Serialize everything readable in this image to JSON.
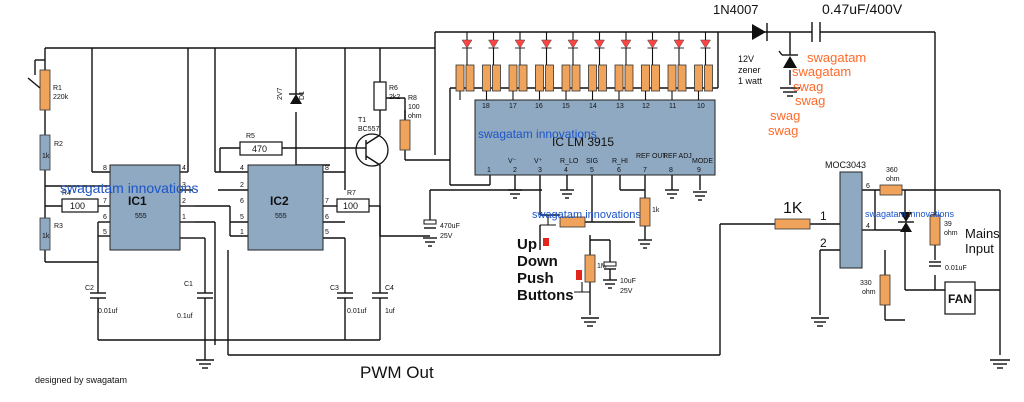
{
  "labels": {
    "diode": "1N4007",
    "cap_main": "0.47uF/400V",
    "zener": [
      "12V",
      "zener",
      "1 watt"
    ],
    "r1": "R1",
    "r1_val": "220k",
    "r2": "R2",
    "r2_val": "1k",
    "r3": "R3",
    "r3_val": "1k",
    "r4": "R4",
    "r4_val": "100",
    "r5": "R5",
    "r5_val": "470",
    "r6": "R6",
    "r6_val": "2k2",
    "r7": "R7",
    "r7_val": "100",
    "r8": "R8",
    "r8_val": "100",
    "r8_unit": "ohm",
    "d1": "D1",
    "d1_val": "2V7",
    "t1": "T1",
    "t1_val": "BC557",
    "ic1": "IC1",
    "ic1_sub": "555",
    "ic2": "IC2",
    "ic2_sub": "555",
    "ic3": "IC LM 3915",
    "moc": "MOC3043",
    "c1": "C1",
    "c1_val": "0.1uf",
    "c2": "C2",
    "c2_val": "0.01uf",
    "c3": "C3",
    "c3_val": "0.01uf",
    "c4": "C4",
    "c4_val": "1uf",
    "cap470": "470uF",
    "cap470_v": "25V",
    "cap10": "10uF",
    "cap10_v": "25V",
    "r_1k": "1K",
    "r_360": "360",
    "r_360_unit": "ohm",
    "r_330": "330",
    "r_330_unit": "ohm",
    "r_39": "39",
    "r_39_unit": "ohm",
    "c_001": "0.01uF",
    "mains": [
      "Mains",
      "Input"
    ],
    "fan": "FAN",
    "buttons": [
      "Up",
      "Down",
      "Push",
      "Buttons"
    ],
    "pwm": "PWM Out",
    "designed": "designed by swagatam",
    "watermark": "swagatam innovations",
    "watermark_short": "swagatam",
    "watermark_frag": "swag",
    "pin_tens": [
      "18",
      "17",
      "16",
      "15",
      "14",
      "13",
      "12",
      "11",
      "10"
    ],
    "pin_bottom": [
      "1",
      "2",
      "3",
      "4",
      "5",
      "6",
      "7",
      "8",
      "9"
    ],
    "pin_names": [
      "V⁻",
      "V⁺",
      "R_LO",
      "SIG",
      "R_HI",
      "REF OUT",
      "REF ADJ",
      "MODE"
    ],
    "pin_1m": "1M",
    "pin_1k_pot": "1k",
    "moc_pins": [
      "6",
      "4",
      "1",
      "2"
    ]
  }
}
